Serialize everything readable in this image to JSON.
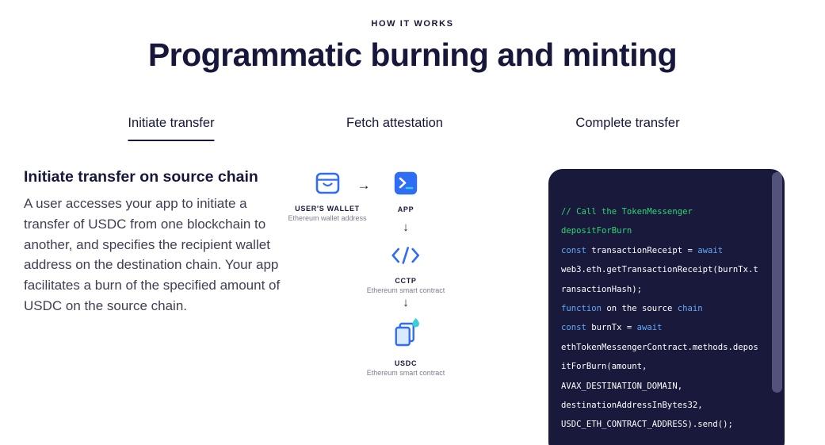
{
  "colors": {
    "ink": "#16173a",
    "body_text": "#3f3f54",
    "muted": "#7d7d8f",
    "accent_blue": "#2f6df5",
    "accent_cyan": "#38cfd8",
    "code_background": "#18193b",
    "code_comment": "#2fd574",
    "code_keyword": "#62aaf7",
    "code_plain": "#ffffff",
    "scrollbar": "#52527a"
  },
  "header": {
    "eyebrow": "HOW IT WORKS",
    "title": "Programmatic burning and minting"
  },
  "tabs": [
    {
      "label": "Initiate transfer",
      "active": true
    },
    {
      "label": "Fetch attestation",
      "active": false
    },
    {
      "label": "Complete transfer",
      "active": false
    }
  ],
  "panel": {
    "heading": "Initiate transfer on source chain",
    "body": "A user accesses your app to initiate a transfer of USDC from one blockchain to another, and specifies the recipient wallet address on the destination chain. Your app facilitates a burn of the specified amount of USDC on the source chain."
  },
  "diagram": {
    "arrow_right": "→",
    "arrow_down": "↓",
    "nodes": {
      "wallet": {
        "label": "USER'S WALLET",
        "sublabel": "Ethereum wallet address",
        "icon": "wallet-icon"
      },
      "app": {
        "label": "APP",
        "icon": "terminal-icon"
      },
      "cctp": {
        "label": "CCTP",
        "sublabel": "Ethereum smart contract",
        "icon": "code-brackets-icon"
      },
      "usdc": {
        "label": "USDC",
        "sublabel": "Ethereum smart contract",
        "icon": "burn-documents-icon"
      }
    }
  },
  "code_block": {
    "lines": [
      [
        {
          "t": "// Call the TokenMessenger",
          "c": "comment"
        }
      ],
      [
        {
          "t": "depositForBurn",
          "c": "comment"
        }
      ],
      [
        {
          "t": "const",
          "c": "kw"
        },
        {
          "t": " transactionReceipt = ",
          "c": "plain"
        },
        {
          "t": "await",
          "c": "kw"
        }
      ],
      [
        {
          "t": "web3.eth.getTransactionReceipt(burnTx.t",
          "c": "plain"
        }
      ],
      [
        {
          "t": "ransactionHash);",
          "c": "plain"
        }
      ],
      [
        {
          "t": "function",
          "c": "kw"
        },
        {
          "t": " on the source ",
          "c": "plain"
        },
        {
          "t": "chain",
          "c": "kw"
        }
      ],
      [
        {
          "t": "const",
          "c": "kw"
        },
        {
          "t": " burnTx = ",
          "c": "plain"
        },
        {
          "t": "await",
          "c": "kw"
        }
      ],
      [
        {
          "t": "ethTokenMessengerContract.methods.depos",
          "c": "plain"
        }
      ],
      [
        {
          "t": "itForBurn(amount,",
          "c": "plain"
        }
      ],
      [
        {
          "t": "AVAX_DESTINATION_DOMAIN,",
          "c": "plain"
        }
      ],
      [
        {
          "t": "destinationAddressInBytes32,",
          "c": "plain"
        }
      ],
      [
        {
          "t": "USDC_ETH_CONTRACT_ADDRESS).send();",
          "c": "plain"
        }
      ]
    ]
  }
}
